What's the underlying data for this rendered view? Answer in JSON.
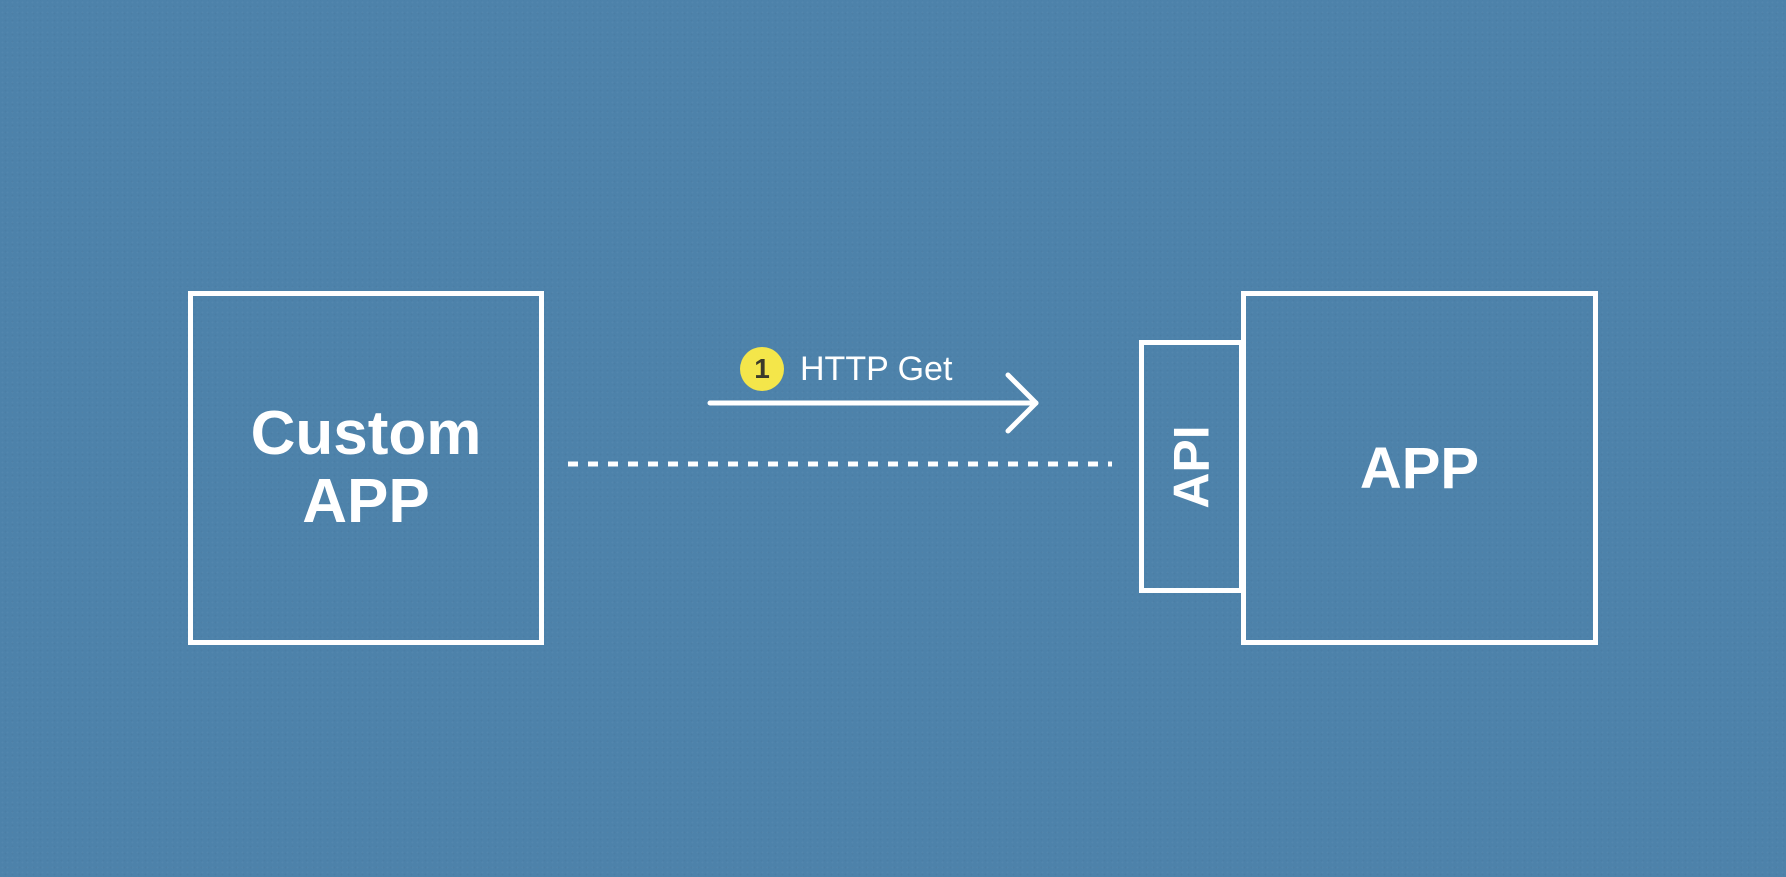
{
  "diagram": {
    "custom_app": {
      "line1": "Custom",
      "line2": "APP"
    },
    "api_label": "API",
    "app_label": "APP",
    "request": {
      "step_number": "1",
      "label": "HTTP Get"
    }
  },
  "colors": {
    "background": "#4d82aa",
    "stroke": "#ffffff",
    "badge": "#f4e64a"
  }
}
